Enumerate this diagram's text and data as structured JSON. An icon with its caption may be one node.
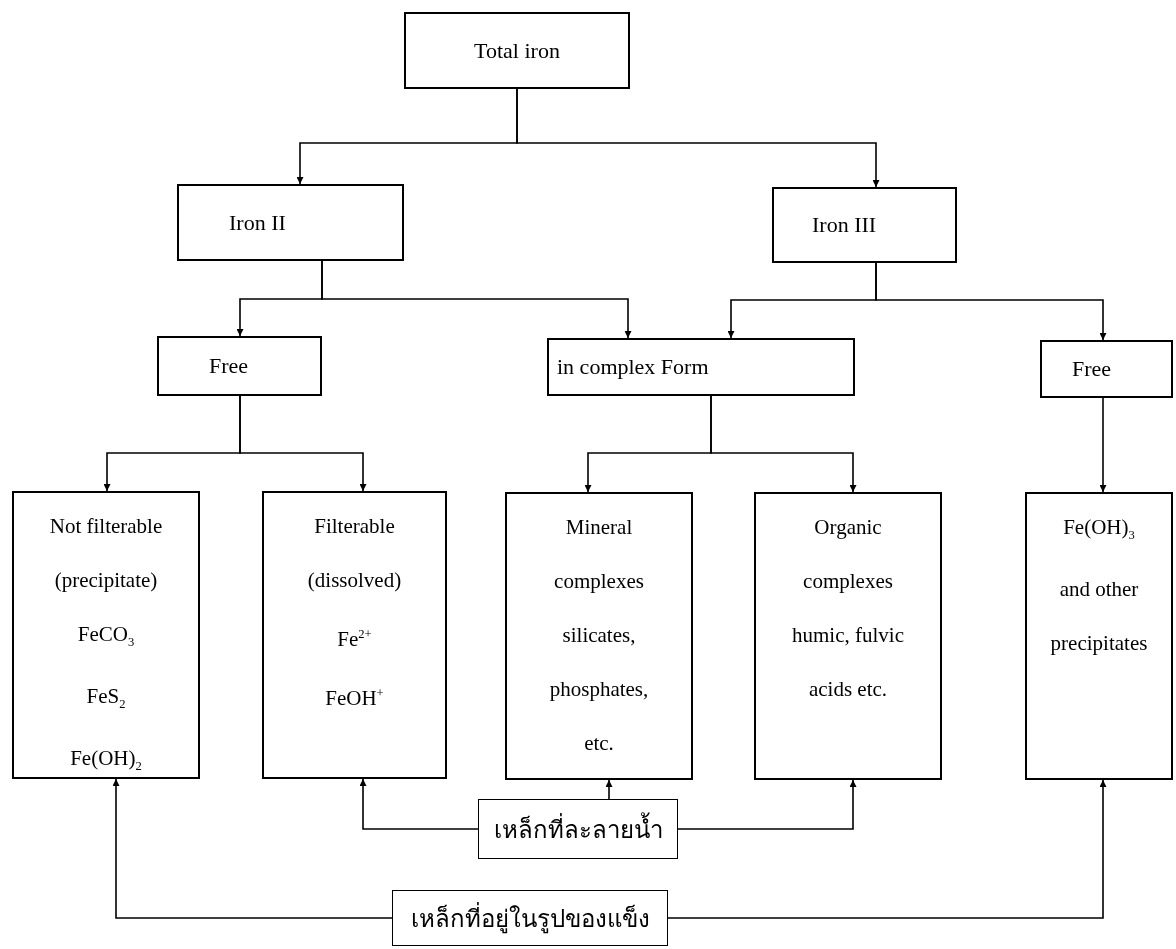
{
  "diagram": {
    "nodes": [
      {
        "text": [
          "Total iron"
        ]
      },
      {
        "text": [
          "Iron II"
        ]
      },
      {
        "text": [
          "Iron III"
        ]
      },
      {
        "text": [
          "Free"
        ]
      },
      {
        "text": [
          "in complex Form"
        ]
      },
      {
        "text": [
          "Free"
        ]
      },
      {
        "text": [
          "Not filterable (precipitate)",
          "FeCO$_{3}$",
          "FeS$_{2}$",
          "Fe(OH)$_{2}$"
        ]
      },
      {
        "text": [
          "Filterable (dissolved)",
          "Fe$^{2+}$",
          "FeOH$^{+}$"
        ]
      },
      {
        "text": [
          "Mineral complexes",
          "silicates, phosphates, etc."
        ]
      },
      {
        "text": [
          "Organic complexes",
          "humic, fulvic acids etc."
        ]
      },
      {
        "text": [
          "Fe(OH)$_{3}$ and other precipitates"
        ]
      },
      {
        "text": [
          "เหล็กที่ละลายน้ำ"
        ]
      },
      {
        "text": [
          "เหล็กที่อยู่ในรูปของแข็ง"
        ]
      }
    ],
    "edges": [
      {
        "from": 0,
        "to": 1,
        "arrow": "to"
      },
      {
        "from": 0,
        "to": 2,
        "arrow": "to"
      },
      {
        "from": 1,
        "to": 3,
        "arrow": "to"
      },
      {
        "from": 1,
        "to": 4,
        "arrow": "to"
      },
      {
        "from": 2,
        "to": 4,
        "arrow": "to"
      },
      {
        "from": 2,
        "to": 5,
        "arrow": "to"
      },
      {
        "from": 3,
        "to": 6,
        "arrow": "to"
      },
      {
        "from": 3,
        "to": 7,
        "arrow": "to"
      },
      {
        "from": 4,
        "to": 8,
        "arrow": "to"
      },
      {
        "from": 4,
        "to": 9,
        "arrow": "to"
      },
      {
        "from": 5,
        "to": 10,
        "arrow": "to"
      },
      {
        "from": 11,
        "to": 7,
        "arrow": "to"
      },
      {
        "from": 11,
        "to": 8,
        "arrow": "to"
      },
      {
        "from": 11,
        "to": 9,
        "arrow": "to"
      },
      {
        "from": 12,
        "to": 6,
        "arrow": "to"
      },
      {
        "from": 12,
        "to": 10,
        "arrow": "to"
      }
    ]
  }
}
